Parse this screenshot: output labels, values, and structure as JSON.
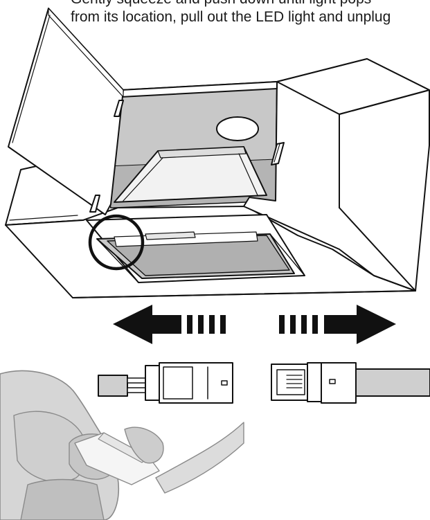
{
  "instruction": {
    "line1": "Gently squeeze and push down until light pops",
    "line2": "from its location, pull out the LED light and unplug"
  },
  "colors": {
    "line": "#111111",
    "panel": "#ffffff",
    "cavity": "#c8c8c8",
    "cavity_dark": "#a9a9a9",
    "cable": "#cfcfcf",
    "hand": "#d6d6d6",
    "hand_shade": "#bfbfbf",
    "arrow": "#111111"
  },
  "icons": {
    "left_arrow": "arrow-left-dashed",
    "right_arrow": "arrow-right-dashed",
    "highlight": "circle-callout"
  }
}
